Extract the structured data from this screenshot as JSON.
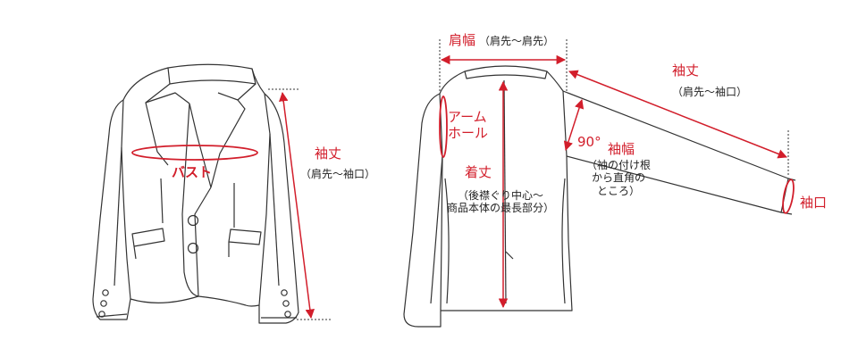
{
  "colors": {
    "accent": "#d21e2b",
    "line": "#333333",
    "background": "#ffffff"
  },
  "front": {
    "bust": "バスト",
    "sleeve_length": {
      "title": "袖丈",
      "note": "（肩先～袖口）"
    }
  },
  "back": {
    "shoulder_width": {
      "title": "肩幅",
      "note": "（肩先～肩先）"
    },
    "armhole": "アーム\nホール",
    "body_length": {
      "title": "着丈",
      "note": "（後襟ぐり中心～\n商品本体の最長部分）"
    },
    "angle": "90°",
    "sleeve_width": {
      "title": "袖幅",
      "note": "（袖の付け根\nから直角の\nところ）"
    },
    "sleeve_length": {
      "title": "袖丈",
      "note": "（肩先～袖口）"
    },
    "cuff": "袖口"
  }
}
